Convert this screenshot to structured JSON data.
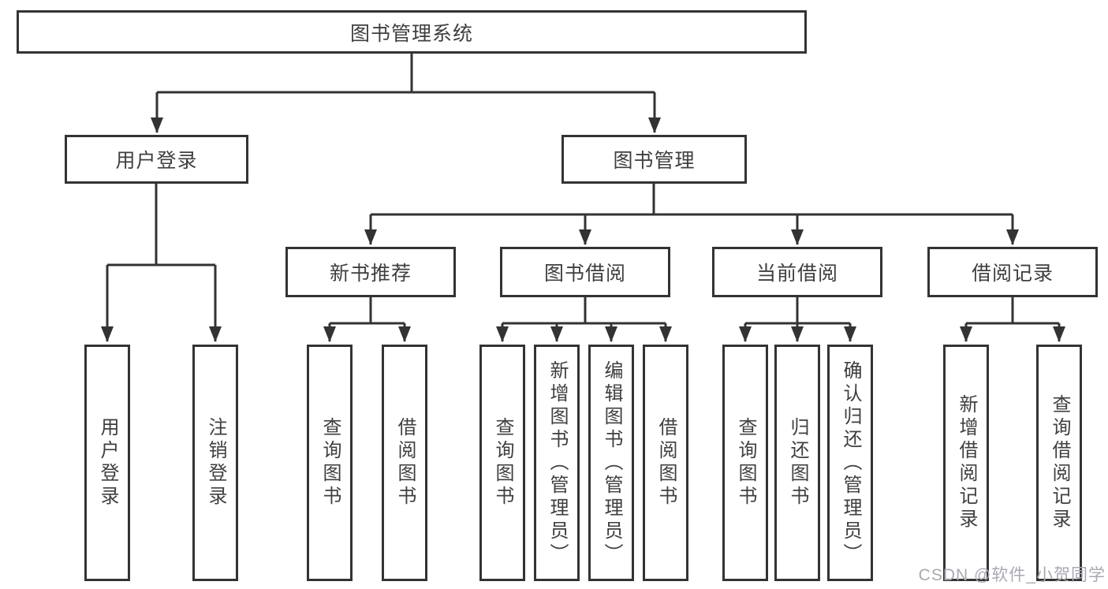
{
  "diagram": {
    "title_node": {
      "label": "图书管理系统"
    },
    "level2": [
      {
        "id": "user-login",
        "label": "用户登录"
      },
      {
        "id": "book-management",
        "label": "图书管理"
      }
    ],
    "level3": [
      {
        "id": "new-book-recommendation",
        "label": "新书推荐",
        "parent": "图书管理"
      },
      {
        "id": "book-borrowing",
        "label": "图书借阅",
        "parent": "图书管理"
      },
      {
        "id": "current-borrowing",
        "label": "当前借阅",
        "parent": "图书管理"
      },
      {
        "id": "borrowing-records",
        "label": "借阅记录",
        "parent": "图书管理"
      }
    ],
    "leaves": [
      {
        "id": "user-login",
        "label": "用户登录",
        "parent": "用户登录"
      },
      {
        "id": "logout",
        "label": "注销登录",
        "parent": "用户登录"
      },
      {
        "id": "query-books",
        "label": "查询图书",
        "parent": "新书推荐"
      },
      {
        "id": "borrow-books",
        "label": "借阅图书",
        "parent": "新书推荐"
      },
      {
        "id": "query-books",
        "label": "查询图书",
        "parent": "图书借阅"
      },
      {
        "id": "add-books-admin",
        "label": "新增图书（管理员）",
        "parent": "图书借阅"
      },
      {
        "id": "edit-books-admin",
        "label": "编辑图书（管理员）",
        "parent": "图书借阅"
      },
      {
        "id": "borrow-books",
        "label": "借阅图书",
        "parent": "图书借阅"
      },
      {
        "id": "query-books",
        "label": "查询图书",
        "parent": "当前借阅"
      },
      {
        "id": "return-books",
        "label": "归还图书",
        "parent": "当前借阅"
      },
      {
        "id": "confirm-return-admin",
        "label": "确认归还（管理员）",
        "parent": "当前借阅"
      },
      {
        "id": "add-borrowing-record",
        "label": "新增借阅记录",
        "parent": "借阅记录"
      },
      {
        "id": "query-borrowing-record",
        "label": "查询借阅记录",
        "parent": "借阅记录"
      }
    ]
  },
  "watermark": {
    "text": "CSDN @软件_小贺同学"
  },
  "colors": {
    "line": "#333333",
    "text": "#3f3f3f",
    "node_background": "#ffffff",
    "background": "#ffffff",
    "watermark": "#a9a9b4"
  }
}
